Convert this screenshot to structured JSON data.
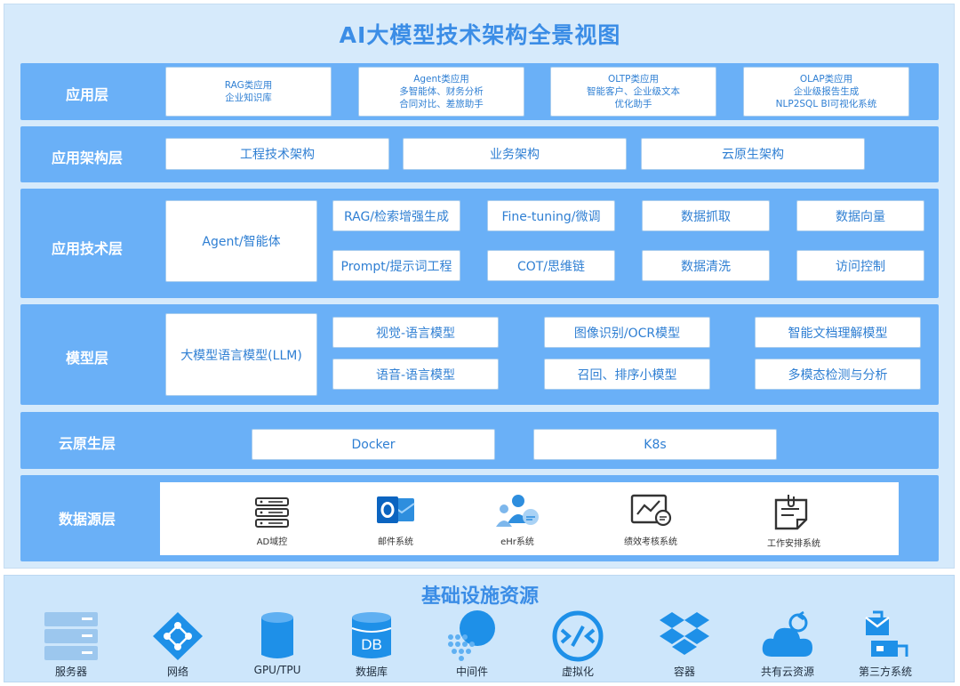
{
  "title": "AI大模型技术架构全景视图",
  "layers": {
    "application": {
      "label": "应用层",
      "boxes": [
        {
          "lines": [
            "RAG类应用",
            "企业知识库"
          ]
        },
        {
          "lines": [
            "Agent类应用",
            "多智能体、财务分析",
            "合同对比、差旅助手"
          ]
        },
        {
          "lines": [
            "OLTP类应用",
            "智能客户、企业级文本",
            "优化助手"
          ]
        },
        {
          "lines": [
            "OLAP类应用",
            "企业级报告生成",
            "NLP2SQL BI可视化系统"
          ]
        }
      ]
    },
    "app_architecture": {
      "label": "应用架构层",
      "boxes": [
        "工程技术架构",
        "业务架构",
        "云原生架构"
      ]
    },
    "app_technology": {
      "label": "应用技术层",
      "main": "Agent/智能体",
      "row1": [
        "RAG/检索增强生成",
        "Fine-tuning/微调",
        "数据抓取",
        "数据向量"
      ],
      "row2": [
        "Prompt/提示词工程",
        "COT/思维链",
        "数据清洗",
        "访问控制"
      ]
    },
    "model": {
      "label": "模型层",
      "main": "大模型语言模型(LLM)",
      "row1": [
        "视觉-语言模型",
        "图像识别/OCR模型",
        "智能文档理解模型"
      ],
      "row2": [
        "语音-语言模型",
        "召回、排序小模型",
        "多模态检测与分析"
      ]
    },
    "cloud_native": {
      "label": "云原生层",
      "boxes": [
        "Docker",
        "K8s"
      ]
    },
    "data_source": {
      "label": "数据源层",
      "items": [
        {
          "label": "AD域控",
          "icon": "server-rack-icon"
        },
        {
          "label": "邮件系统",
          "icon": "outlook-mail-icon"
        },
        {
          "label": "eHr系统",
          "icon": "people-chat-icon"
        },
        {
          "label": "绩效考核系统",
          "icon": "chart-monitor-icon"
        },
        {
          "label": "工作安排系统",
          "icon": "clipboard-icon"
        }
      ]
    }
  },
  "infrastructure": {
    "title": "基础设施资源",
    "items": [
      {
        "label": "服务器",
        "icon": "server-icon"
      },
      {
        "label": "网络",
        "icon": "network-icon"
      },
      {
        "label": "GPU/TPU",
        "icon": "gpu-cylinder-icon"
      },
      {
        "label": "数据库",
        "icon": "database-icon",
        "badge": "DB"
      },
      {
        "label": "中间件",
        "icon": "middleware-icon"
      },
      {
        "label": "虚拟化",
        "icon": "virtualization-icon"
      },
      {
        "label": "容器",
        "icon": "container-icon"
      },
      {
        "label": "共有云资源",
        "icon": "cloud-icon"
      },
      {
        "label": "第三方系统",
        "icon": "third-party-icon"
      }
    ]
  },
  "colors": {
    "layer_bg": "#6ab0f7",
    "accent": "#3b8de6",
    "box_text": "#2f7fd3",
    "icon_blue": "#2196f3"
  }
}
